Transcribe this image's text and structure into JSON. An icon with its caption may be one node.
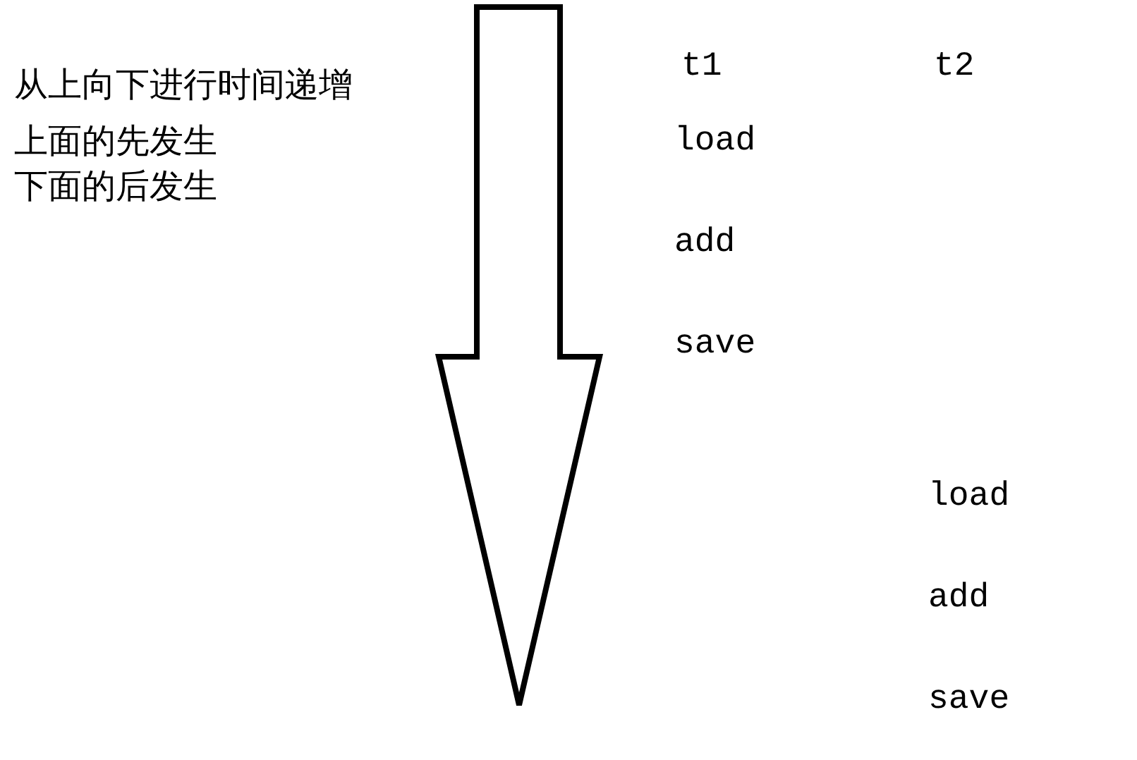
{
  "diagram": {
    "labels": [
      "从上向下进行时间递增",
      "t1",
      "t2",
      "load",
      "上面的先发生",
      "下面的后发生",
      "add",
      "save",
      "load",
      "add",
      "save"
    ]
  }
}
